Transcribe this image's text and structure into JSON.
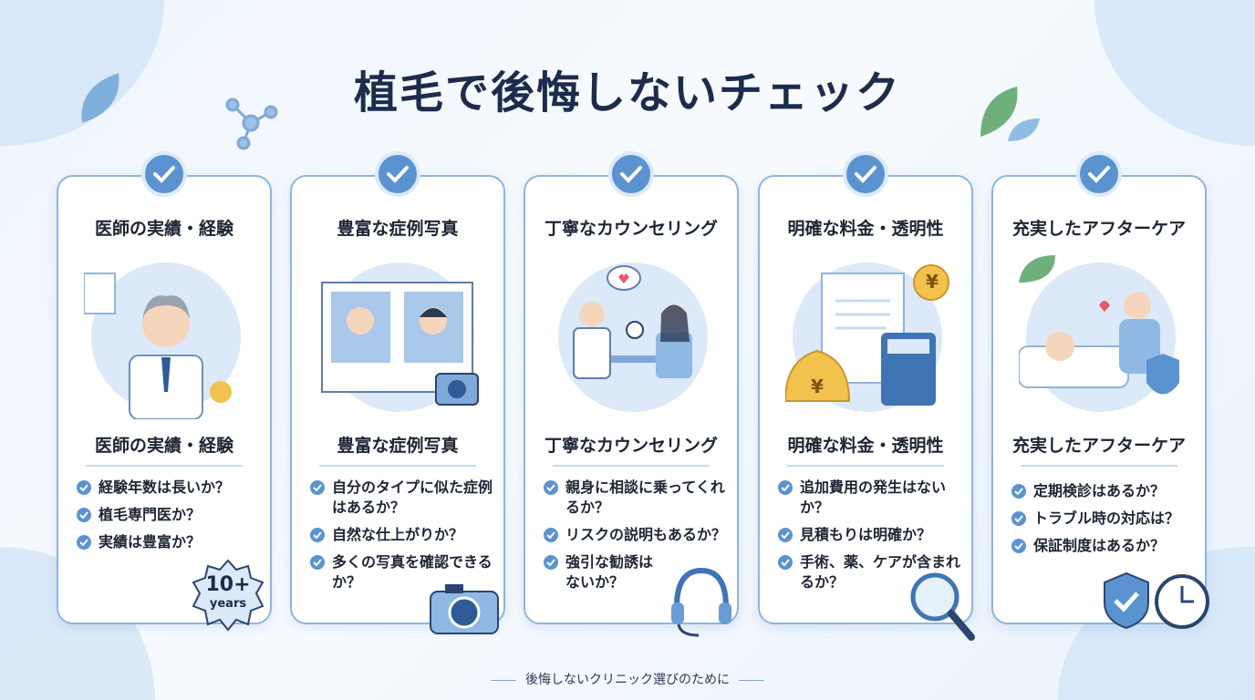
{
  "title": "植毛で後悔しないチェック",
  "cards": [
    {
      "heading": "医師の実績・経験",
      "subheading": "医師の実績・経験",
      "items": [
        "経験年数は長いか？",
        "植毛専門医か？",
        "実績は豊富か？"
      ],
      "badge_number": "10+",
      "badge_unit": "years"
    },
    {
      "heading": "豊富な症例写真",
      "subheading": "豊富な症例写真",
      "items": [
        "自分のタイプに似た症例はあるか？",
        "自然な仕上がりか？",
        "多くの写真を確認できるか？"
      ]
    },
    {
      "heading": "丁寧なカウンセリング",
      "subheading": "丁寧なカウンセリング",
      "items": [
        "親身に相談に乗ってくれるか？",
        "リスクの説明もあるか？",
        "強引な勧誘はないか？"
      ]
    },
    {
      "heading": "明確な料金・透明性",
      "subheading": "明確な料金・透明性",
      "items": [
        "追加費用の発生はないか？",
        "見積もりは明確か？",
        "手術、薬、ケアが含まれるか？"
      ],
      "currency_symbol": "¥"
    },
    {
      "heading": "充実したアフターケア",
      "subheading": "充実したアフターケア",
      "items": [
        "定期検診はあるか？",
        "トラブル時の対応は？",
        "保証制度はあるか？"
      ]
    }
  ],
  "footer": "後悔しないクリニック選びのために",
  "colors": {
    "accent": "#5b93d1",
    "title": "#1c2c4c",
    "border": "#8fb5dc"
  }
}
